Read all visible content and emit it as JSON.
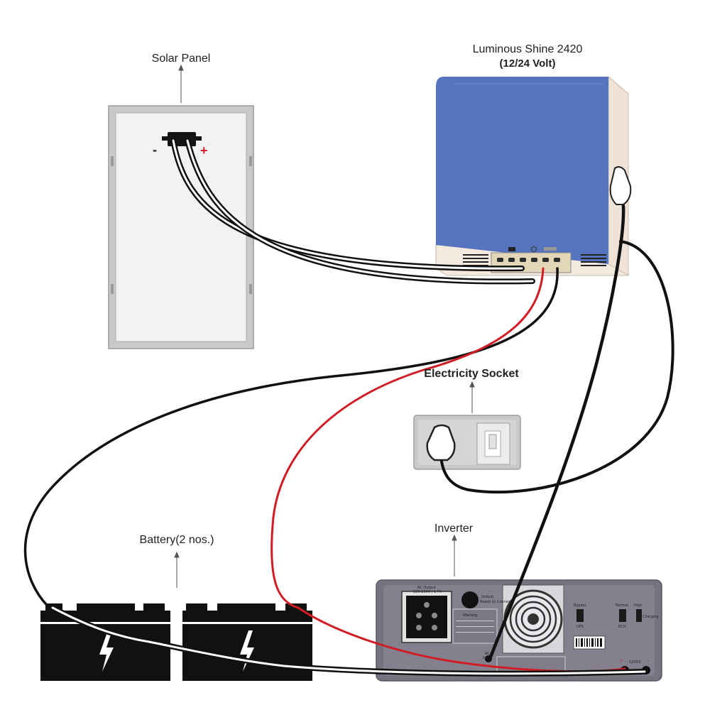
{
  "labels": {
    "solar_panel": "Solar Panel",
    "controller_name": "Luminous Shine 2420",
    "controller_volt": "(12/24 Volt)",
    "electricity_socket": "Electricity Socket",
    "inverter": "Inverter",
    "battery": "Battery(2 nos.)"
  },
  "panel": {
    "minus": "-",
    "plus": "+"
  },
  "inverter_panel": {
    "ac_output": "AC Output",
    "ac_output_sub": "220-230V / 1 Ph",
    "output_ready": "Output",
    "output_ready_sub": "Ready to Connect",
    "warning": "Warning",
    "ac_input": "AC",
    "ac_input_sub": "Input",
    "bypass": "Bypass",
    "ups": "UPS",
    "normal": "Normal",
    "eco": "ECO",
    "high": "High",
    "charging": "Charging",
    "dc_label": "12VDC",
    "plus": "+",
    "minus": "-"
  },
  "colors": {
    "controller_blue": "#5673bd",
    "controller_side": "#efe3d8",
    "inverter_body": "#77727f",
    "battery": "#111111",
    "wire_black": "#111111",
    "wire_red": "#d11c24",
    "panel_frame": "#b8b8b8"
  }
}
